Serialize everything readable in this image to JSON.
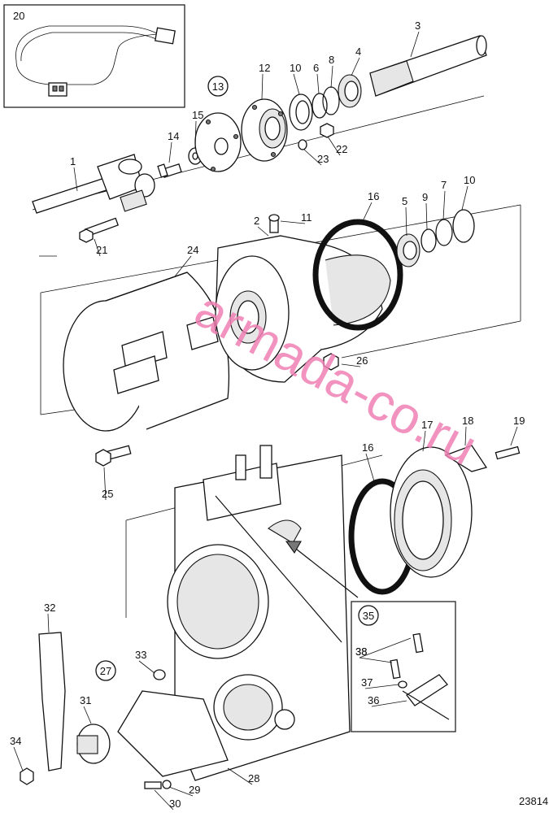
{
  "diagram": {
    "drawing_number": "23814",
    "watermark": "armada-co.ru",
    "part_labels": [
      "1",
      "2",
      "3",
      "4",
      "5",
      "6",
      "7",
      "8",
      "9",
      "10",
      "10",
      "11",
      "12",
      "14",
      "15",
      "16",
      "16",
      "17",
      "18",
      "19",
      "20",
      "21",
      "22",
      "23",
      "24",
      "25",
      "26",
      "28",
      "29",
      "30",
      "31",
      "32",
      "33",
      "34",
      "36",
      "37",
      "38",
      "38"
    ],
    "circled_labels": [
      "13",
      "27",
      "35"
    ]
  }
}
